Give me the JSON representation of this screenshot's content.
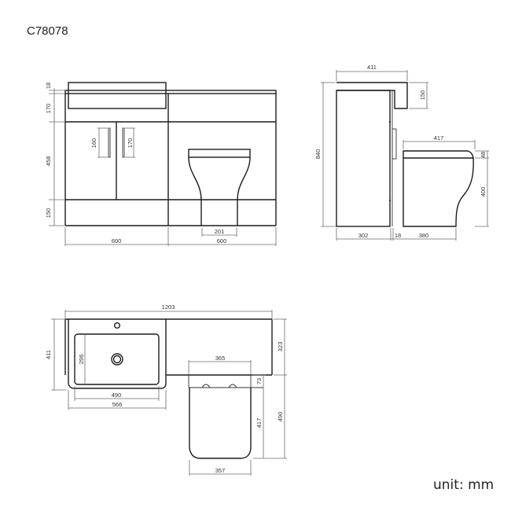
{
  "title": "C78078",
  "unit_label": "unit: mm",
  "front_view": {
    "dims": {
      "worktop": "18",
      "basin_height": "170",
      "door_height": "458",
      "plinth": "150",
      "handle_left": "160",
      "handle_right": "170",
      "vanity_width": "600",
      "wc_unit_width": "600",
      "pan_foot": "201"
    }
  },
  "side_view": {
    "dims": {
      "depth_top": "411",
      "basin_drop": "150",
      "total_height": "840",
      "seat_length": "417",
      "seat_thickness": "48",
      "pan_height": "400",
      "unit_depth": "302",
      "panel": "18",
      "pan_projection": "380"
    }
  },
  "plan_view": {
    "dims": {
      "total_width": "1203",
      "basin_depth": "411",
      "bowl_depth": "296",
      "bowl_width": "490",
      "basin_width": "566",
      "unit_depth": "323",
      "pan_width_top": "365",
      "seat_offset": "73",
      "seat_length": "417",
      "pan_projection": "490",
      "pan_width_bottom": "357"
    }
  }
}
